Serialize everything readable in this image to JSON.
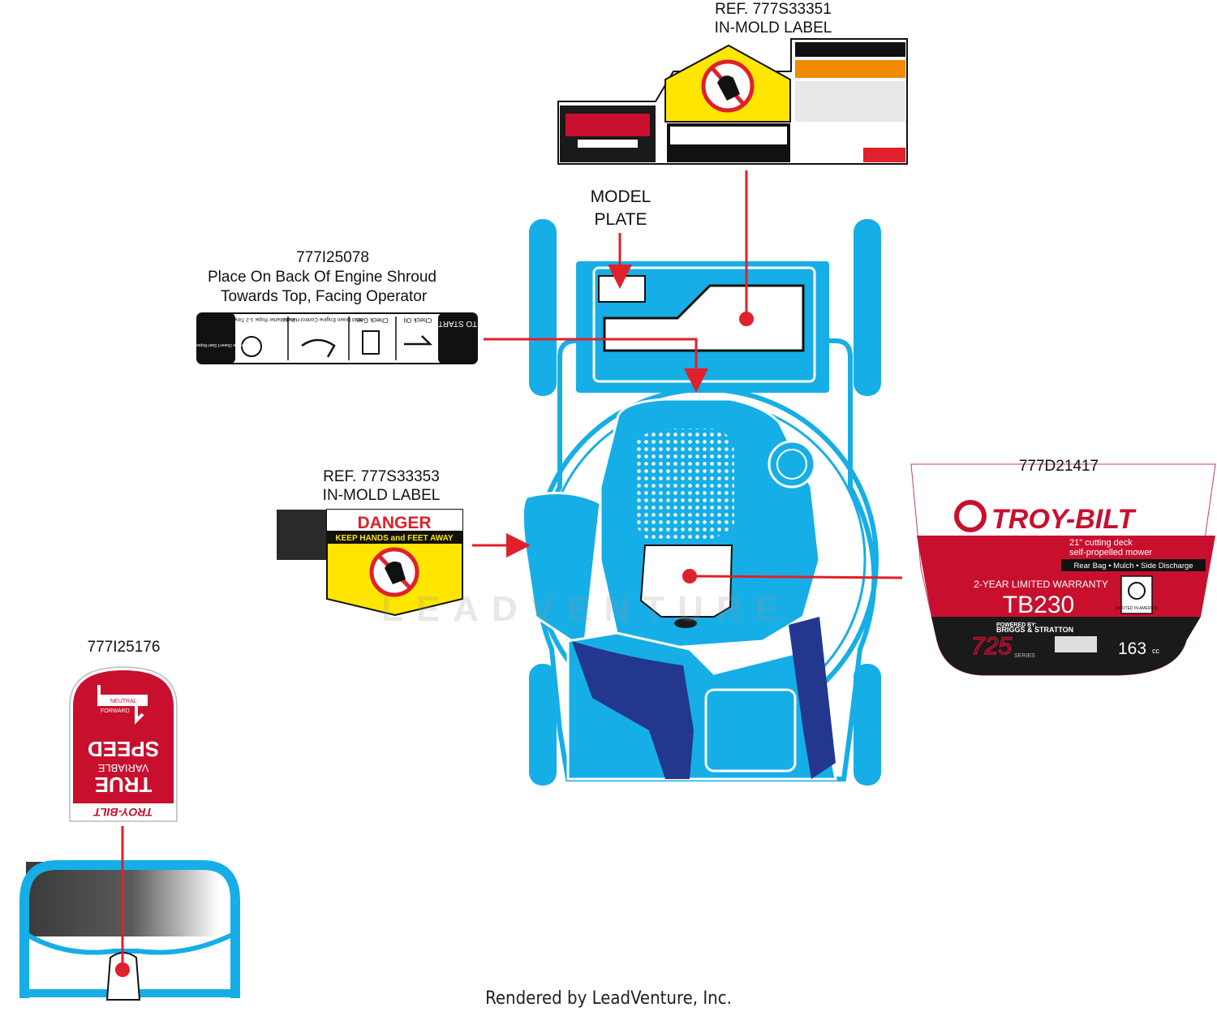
{
  "colors": {
    "mower_blue": "#16aee6",
    "mower_blue_dark": "#0f7fb4",
    "navy": "#23378f",
    "callout_red": "#e0202a",
    "troybilt_red": "#c8102e",
    "danger_yellow": "#ffe600"
  },
  "callouts": {
    "label_777S33351": {
      "ref": "REF. 777S33351",
      "type": "IN-MOLD LABEL"
    },
    "model_plate": {
      "line1": "MODEL",
      "line2": "PLATE"
    },
    "label_777I25078": {
      "part": "777I25078",
      "line1": "Place On Back Of Engine Shroud",
      "line2": "Towards Top, Facing Operator"
    },
    "label_777S33353": {
      "ref": "REF. 777S33353",
      "type": "IN-MOLD LABEL"
    },
    "label_777D21417": {
      "part": "777D21417"
    },
    "label_777I25176": {
      "part": "777I25176"
    }
  },
  "stickers": {
    "danger_shroud": {
      "danger": "DANGER",
      "keep_away": "KEEP HANDS and FEET AWAY"
    },
    "start_steps": {
      "to_start": "TO START",
      "steps": [
        "Check Oil",
        "Check Gas",
        "Hold Down Engine Control Handle",
        "Pull Starter Rope 1-2 Times",
        "If Engine Doesn't Start Repeat Steps"
      ]
    },
    "troybilt_deck": {
      "brand": "TROY-BILT",
      "desc1": "21\" cutting deck",
      "desc2": "self-propelled mower",
      "features": "Rear Bag • Mulch • Side Discharge",
      "warranty": "2-YEAR LIMITED WARRANTY",
      "model": "TB230",
      "rooted": "ROOTED IN AMERICA",
      "powered": "POWERED BY:",
      "engine_brand": "BRIGGS & STRATTON",
      "series": "725",
      "series_word": "SERIES",
      "displacement": "163",
      "unit": "cc"
    },
    "true_speed": {
      "neutral": "NEUTRAL",
      "forward": "FORWARD",
      "line1": "TRUE",
      "line2": "VARIABLE",
      "line3": "SPEED",
      "brand": "TROY-BILT"
    }
  },
  "watermark": "LEADVENTURE",
  "footer": "Rendered by LeadVenture, Inc."
}
